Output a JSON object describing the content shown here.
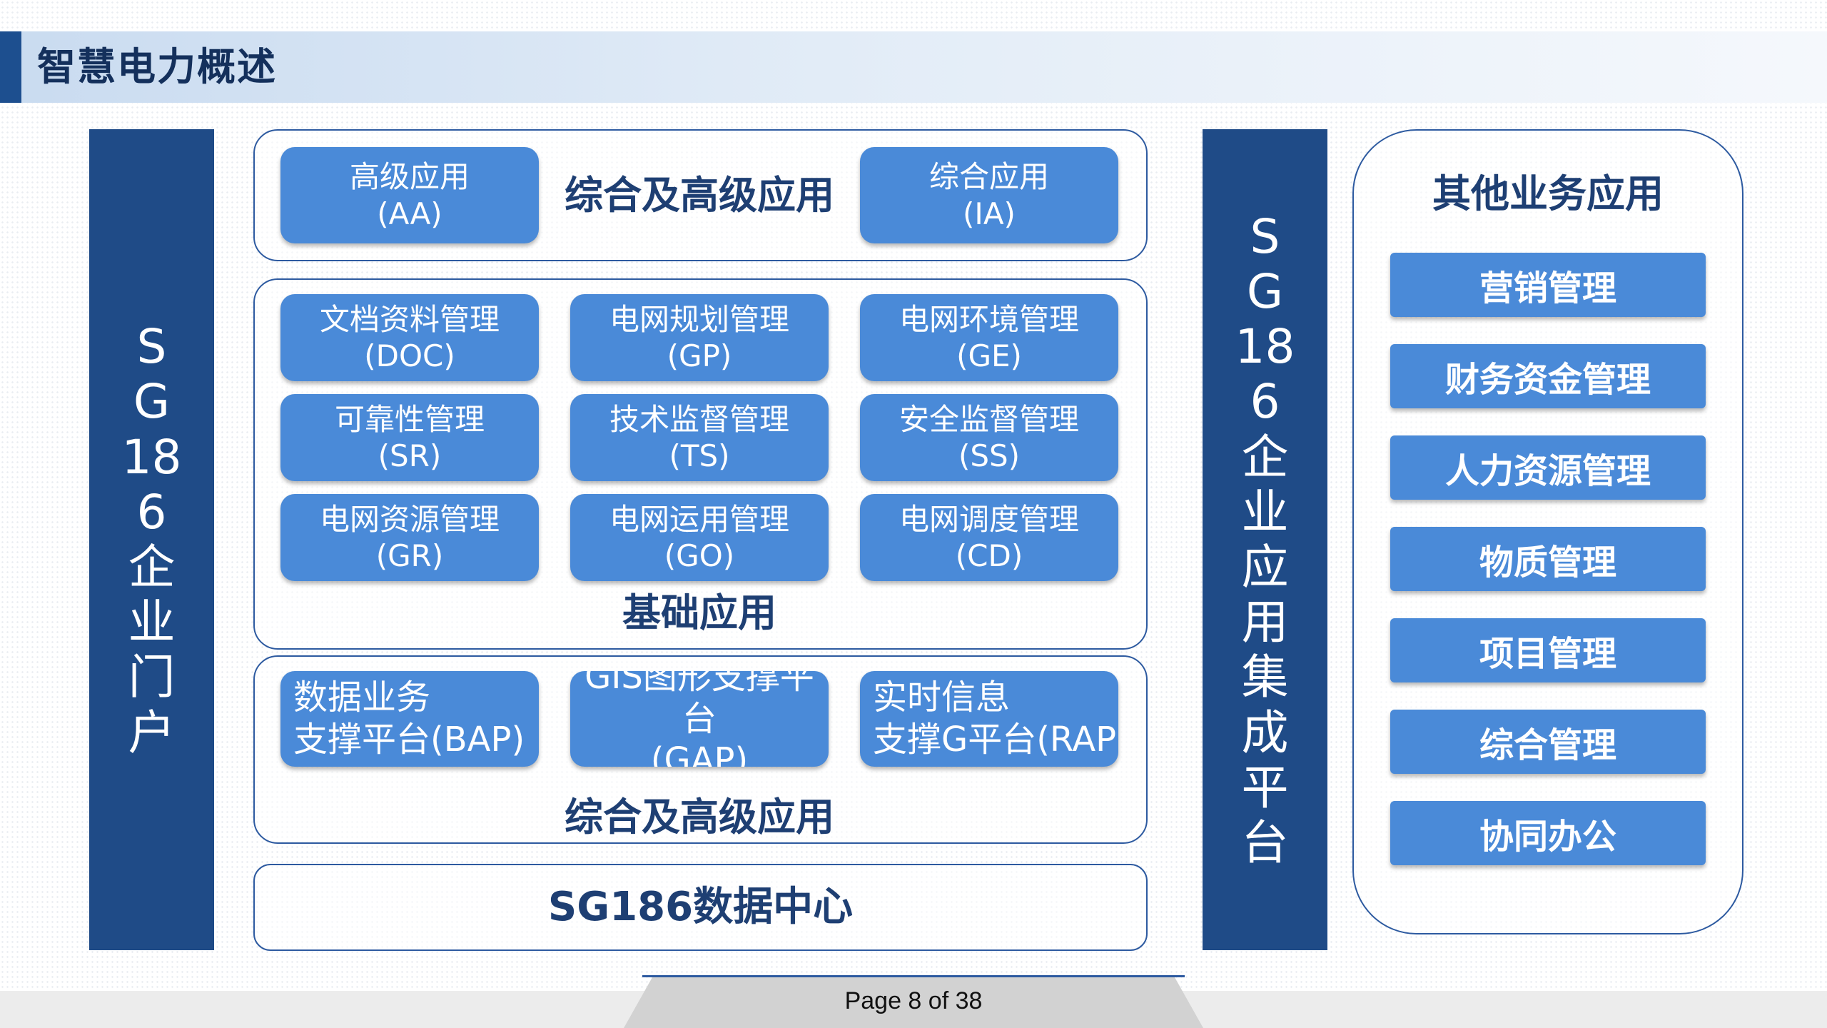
{
  "page_title": "智慧电力概述",
  "left_column": {
    "label": "SG186企业门户"
  },
  "right_column": {
    "label": "SG186企业应用集成平台"
  },
  "advanced_group": {
    "heading": "综合及高级应用",
    "modules": [
      {
        "label": "高级应用\n(AA)"
      },
      {
        "label": "综合应用\n(IA)"
      }
    ]
  },
  "basic_group": {
    "heading": "基础应用",
    "modules": [
      {
        "label": "文档资料管理\n(DOC)"
      },
      {
        "label": "电网规划管理\n(GP)"
      },
      {
        "label": "电网环境管理\n(GE)"
      },
      {
        "label": "可靠性管理\n(SR)"
      },
      {
        "label": "技术监督管理\n(TS)"
      },
      {
        "label": "安全监督管理\n(SS)"
      },
      {
        "label": "电网资源管理\n(GR)"
      },
      {
        "label": "电网运用管理\n(GO)"
      },
      {
        "label": "电网调度管理\n(CD)"
      }
    ]
  },
  "platform_group": {
    "heading": "综合及高级应用",
    "modules": [
      {
        "label": "数据业务\n支撑平台(BAP)"
      },
      {
        "label": "GIS图形支撑平台\n(GAP)"
      },
      {
        "label": "实时信息\n支撑G平台(RAP"
      }
    ]
  },
  "data_center": {
    "label": "SG186数据中心"
  },
  "other_apps": {
    "heading": "其他业务应用",
    "items": [
      "营销管理",
      "财务资金管理",
      "人力资源管理",
      "物质管理",
      "项目管理",
      "综合管理",
      "协同办公"
    ]
  },
  "footer": {
    "page_label": "Page 8 of 38"
  },
  "colors": {
    "dark_blue": "#1f4b87",
    "module_blue": "#4a8ad8",
    "outline": "#2d5aa0",
    "heading_text": "#1e3f73"
  }
}
